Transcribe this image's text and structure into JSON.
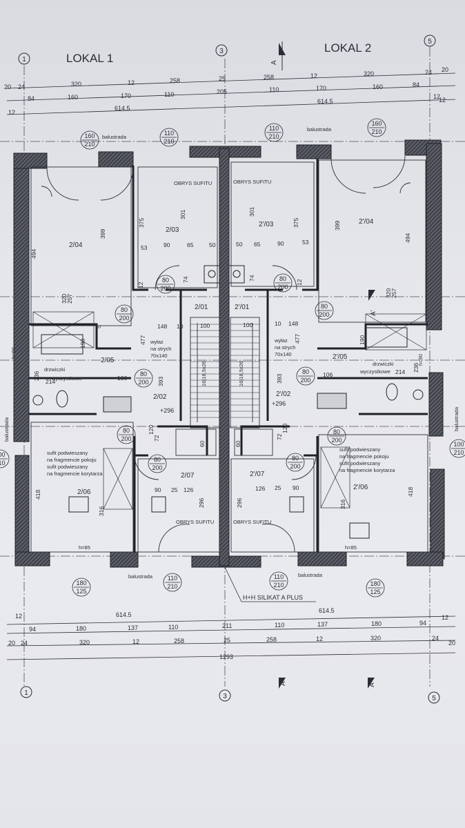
{
  "units": {
    "lokal1": "LOKAL 1",
    "lokal2": "LOKAL 2"
  },
  "axes": {
    "a1": "1",
    "a3": "3",
    "a5": "5"
  },
  "section": {
    "a": "A",
    "a_prime": "A'"
  },
  "dims_top": {
    "r1": [
      "20",
      "24",
      "320",
      "12",
      "258",
      "25",
      "258",
      "12",
      "320",
      "24",
      "20"
    ],
    "r2": [
      "84",
      "160",
      "170",
      "110",
      "205",
      "110",
      "170",
      "160",
      "84",
      "12"
    ],
    "r3": [
      "12",
      "614.5",
      "614.5",
      "12"
    ]
  },
  "dims_bottom": {
    "r1": [
      "12",
      "614.5",
      "614.5",
      "12"
    ],
    "r2": [
      "94",
      "180",
      "137",
      "110",
      "211",
      "110",
      "137",
      "180",
      "94"
    ],
    "r3": [
      "20",
      "24",
      "320",
      "12",
      "258",
      "25",
      "258",
      "12",
      "320",
      "24",
      "20"
    ],
    "total": "1293"
  },
  "openings": {
    "w160_210": [
      "160",
      "210"
    ],
    "w110_210": [
      "110",
      "210"
    ],
    "w180_125": [
      "180",
      "125"
    ],
    "d80_200": [
      "80",
      "200"
    ],
    "w100_210": [
      "100",
      "210"
    ]
  },
  "labels": {
    "balustrada": "balustrada",
    "obrys_sufitu": "OBRYS SUFITU",
    "wylaz_1": "wyłaz",
    "wylaz_2": "na strych",
    "wylaz_3": "70x140",
    "drzwiczki_1": "drzwiczki",
    "drzwiczki_2": "wyczystkowe",
    "sufit_1": "sufit podwieszany",
    "sufit_2": "na fragmencie pokoju",
    "sufit_3": "sufit podwieszany",
    "sufit_4": "na fragmencie korytarza",
    "hh": "H+H SILIKAT A PLUS",
    "level": "+296",
    "stairs": "16|18,5x26",
    "h85": "h=85",
    "h90": "h=90"
  },
  "rooms": {
    "r204": "2/04",
    "r203": "2/03",
    "r201": "2/01",
    "r205": "2/05",
    "r202": "2/02",
    "r207": "2/07",
    "r206": "2/06",
    "p204": "2'/04",
    "p203": "2'/03",
    "p201": "2'/01",
    "p205": "2'/05",
    "p202": "2'/02",
    "p207": "2'/07",
    "p206": "2'/06"
  },
  "inner_dims": {
    "d399": "399",
    "d494": "494",
    "d375": "375",
    "d301": "301",
    "d53": "53",
    "d90": "90",
    "d65": "65",
    "d50": "50",
    "d74": "74",
    "d148": "148",
    "d10": "10",
    "d100": "100",
    "d477": "477",
    "d190": "190",
    "d236": "236",
    "d214": "214",
    "d106": "106",
    "d393": "393",
    "d418": "418",
    "d316": "316",
    "d296": "296",
    "d126": "126",
    "d25": "25",
    "d60": "60",
    "d12": "12",
    "d120": "120",
    "d72": "72",
    "d320": "320",
    "d257": "257",
    "d5": "5"
  }
}
